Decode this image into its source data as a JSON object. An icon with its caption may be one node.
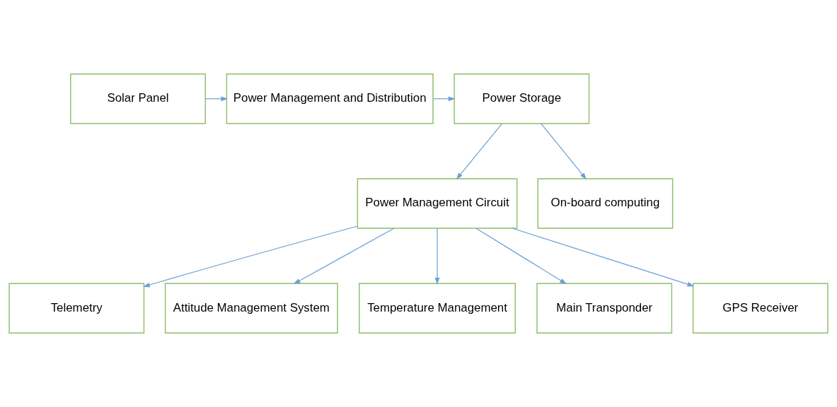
{
  "diagram": {
    "nodes": [
      {
        "text": [
          "Solar Panel"
        ]
      },
      {
        "text": [
          "Power Management and Distribution"
        ]
      },
      {
        "text": [
          "Power Storage"
        ]
      },
      {
        "text": [
          "Telemetry"
        ]
      },
      {
        "text": [
          "Attitude Management System"
        ]
      },
      {
        "text": [
          "Temperature Management"
        ]
      },
      {
        "text": [
          "Main Transponder"
        ]
      },
      {
        "text": [
          "GPS Receiver"
        ]
      },
      {
        "text": [
          "Power Management Circuit"
        ]
      },
      {
        "text": [
          "On-board computing"
        ]
      }
    ],
    "edges": [
      {
        "from": 0,
        "to": 1,
        "arrow": "to"
      },
      {
        "from": 1,
        "to": 2,
        "arrow": "to"
      },
      {
        "from": 2,
        "to": 8,
        "arrow": "to"
      },
      {
        "from": 2,
        "to": 9,
        "arrow": "to"
      },
      {
        "from": 8,
        "to": 3,
        "arrow": "to"
      },
      {
        "from": 8,
        "to": 4,
        "arrow": "to"
      },
      {
        "from": 8,
        "to": 5,
        "arrow": "to"
      },
      {
        "from": 8,
        "to": 6,
        "arrow": "to"
      },
      {
        "from": 8,
        "to": 7,
        "arrow": "to"
      }
    ]
  }
}
